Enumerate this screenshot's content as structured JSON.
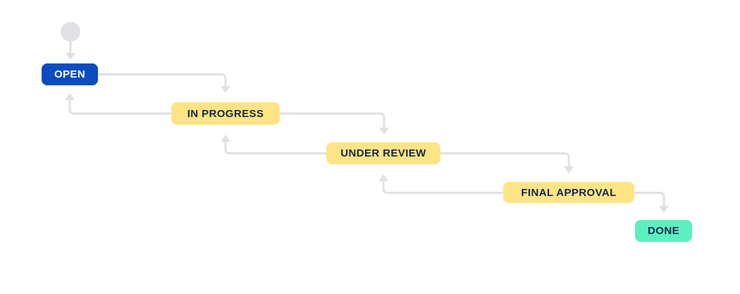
{
  "diagram": {
    "type": "workflow",
    "start_node": {
      "shape": "circle"
    },
    "nodes": [
      {
        "id": "open",
        "label": "OPEN",
        "style": "open"
      },
      {
        "id": "in-progress",
        "label": "IN PROGRESS",
        "style": "status"
      },
      {
        "id": "under-review",
        "label": "UNDER REVIEW",
        "style": "status"
      },
      {
        "id": "final-approval",
        "label": "FINAL APPROVAL",
        "style": "status"
      },
      {
        "id": "done",
        "label": "DONE",
        "style": "done"
      }
    ],
    "transitions": [
      {
        "from": "start",
        "to": "open"
      },
      {
        "from": "open",
        "to": "in-progress"
      },
      {
        "from": "in-progress",
        "to": "open"
      },
      {
        "from": "in-progress",
        "to": "under-review"
      },
      {
        "from": "under-review",
        "to": "in-progress"
      },
      {
        "from": "under-review",
        "to": "final-approval"
      },
      {
        "from": "final-approval",
        "to": "under-review"
      },
      {
        "from": "final-approval",
        "to": "done"
      }
    ]
  },
  "colors": {
    "canvas_bg": "#FFFFFF",
    "open_bg": "#0B4DBE",
    "open_text": "#FFFFFF",
    "status_bg": "#FFE485",
    "status_text": "#14274B",
    "done_bg": "#5CEFC0",
    "done_text": "#14274B",
    "connector": "#DFE1E6",
    "start_node": "#DFE1E6"
  }
}
